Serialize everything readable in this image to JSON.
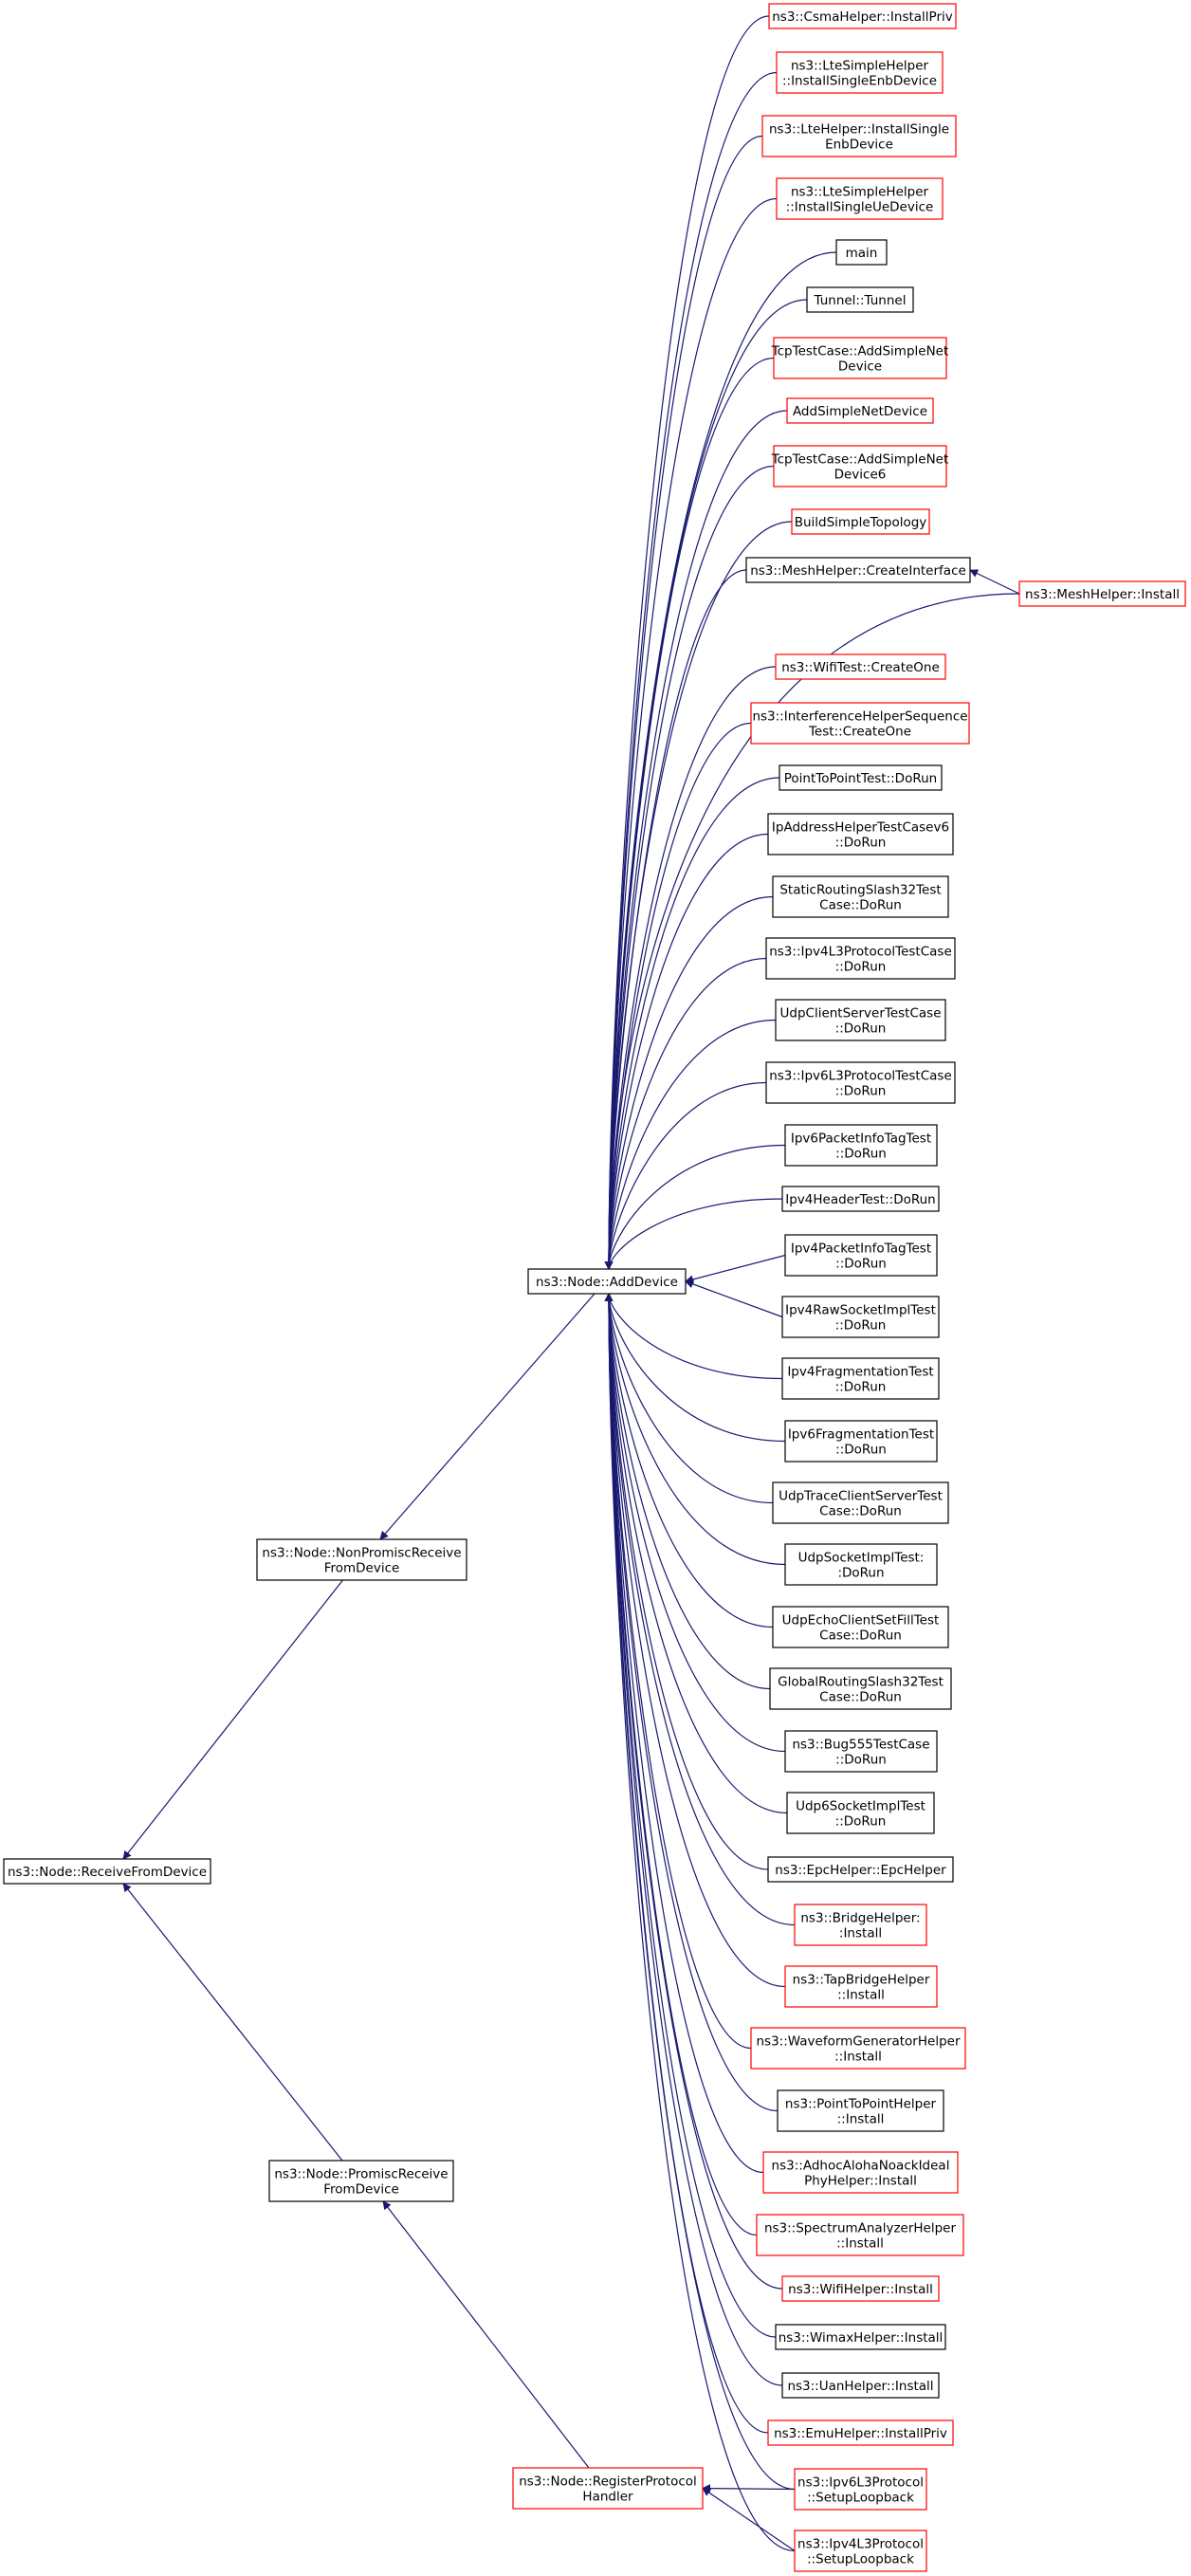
{
  "colors": {
    "edge": "#191970",
    "border_black": "#000000",
    "border_red": "#ff0000",
    "focus_fill": "#bfbfbf",
    "normal_fill": "#ffffff"
  },
  "nodes": [
    {
      "id": "receive",
      "lines": [
        "ns3::Node::ReceiveFromDevice"
      ],
      "border": "black",
      "focus": true
    },
    {
      "id": "nonpromisc",
      "lines": [
        "ns3::Node::NonPromiscReceive",
        "FromDevice"
      ],
      "border": "black"
    },
    {
      "id": "promisc",
      "lines": [
        "ns3::Node::PromiscReceive",
        "FromDevice"
      ],
      "border": "black"
    },
    {
      "id": "adddevice",
      "lines": [
        "ns3::Node::AddDevice"
      ],
      "border": "black"
    },
    {
      "id": "register",
      "lines": [
        "ns3::Node::RegisterProtocol",
        "Handler"
      ],
      "border": "red"
    },
    {
      "id": "c0",
      "lines": [
        "ns3::CsmaHelper::InstallPriv"
      ],
      "border": "red"
    },
    {
      "id": "c1",
      "lines": [
        "ns3::LteSimpleHelper",
        "::InstallSingleEnbDevice"
      ],
      "border": "red"
    },
    {
      "id": "c2",
      "lines": [
        "ns3::LteHelper::InstallSingle",
        "EnbDevice"
      ],
      "border": "red"
    },
    {
      "id": "c3",
      "lines": [
        "ns3::LteSimpleHelper",
        "::InstallSingleUeDevice"
      ],
      "border": "red"
    },
    {
      "id": "c4",
      "lines": [
        "main"
      ],
      "border": "black"
    },
    {
      "id": "c5",
      "lines": [
        "Tunnel::Tunnel"
      ],
      "border": "black"
    },
    {
      "id": "c6",
      "lines": [
        "TcpTestCase::AddSimpleNet",
        "Device"
      ],
      "border": "red"
    },
    {
      "id": "c7",
      "lines": [
        "AddSimpleNetDevice"
      ],
      "border": "red"
    },
    {
      "id": "c8",
      "lines": [
        "TcpTestCase::AddSimpleNet",
        "Device6"
      ],
      "border": "red"
    },
    {
      "id": "c9",
      "lines": [
        "BuildSimpleTopology"
      ],
      "border": "red"
    },
    {
      "id": "c10",
      "lines": [
        "ns3::MeshHelper::CreateInterface"
      ],
      "border": "black"
    },
    {
      "id": "meshinstall",
      "lines": [
        "ns3::MeshHelper::Install"
      ],
      "border": "red"
    },
    {
      "id": "c11",
      "lines": [
        "ns3::WifiTest::CreateOne"
      ],
      "border": "red"
    },
    {
      "id": "c12",
      "lines": [
        "ns3::InterferenceHelperSequence",
        "Test::CreateOne"
      ],
      "border": "red"
    },
    {
      "id": "c13",
      "lines": [
        "PointToPointTest::DoRun"
      ],
      "border": "black"
    },
    {
      "id": "c14",
      "lines": [
        "IpAddressHelperTestCasev6",
        "::DoRun"
      ],
      "border": "black"
    },
    {
      "id": "c15",
      "lines": [
        "StaticRoutingSlash32Test",
        "Case::DoRun"
      ],
      "border": "black"
    },
    {
      "id": "c16",
      "lines": [
        "ns3::Ipv4L3ProtocolTestCase",
        "::DoRun"
      ],
      "border": "black"
    },
    {
      "id": "c17",
      "lines": [
        "UdpClientServerTestCase",
        "::DoRun"
      ],
      "border": "black"
    },
    {
      "id": "c18",
      "lines": [
        "ns3::Ipv6L3ProtocolTestCase",
        "::DoRun"
      ],
      "border": "black"
    },
    {
      "id": "c19",
      "lines": [
        "Ipv6PacketInfoTagTest",
        "::DoRun"
      ],
      "border": "black"
    },
    {
      "id": "c20",
      "lines": [
        "Ipv4HeaderTest::DoRun"
      ],
      "border": "black"
    },
    {
      "id": "c21",
      "lines": [
        "Ipv4PacketInfoTagTest",
        "::DoRun"
      ],
      "border": "black"
    },
    {
      "id": "c22",
      "lines": [
        "Ipv4RawSocketImplTest",
        "::DoRun"
      ],
      "border": "black"
    },
    {
      "id": "c23",
      "lines": [
        "Ipv4FragmentationTest",
        "::DoRun"
      ],
      "border": "black"
    },
    {
      "id": "c24",
      "lines": [
        "Ipv6FragmentationTest",
        "::DoRun"
      ],
      "border": "black"
    },
    {
      "id": "c25",
      "lines": [
        "UdpTraceClientServerTest",
        "Case::DoRun"
      ],
      "border": "black"
    },
    {
      "id": "c26",
      "lines": [
        "UdpSocketImplTest:",
        ":DoRun"
      ],
      "border": "black"
    },
    {
      "id": "c27",
      "lines": [
        "UdpEchoClientSetFillTest",
        "Case::DoRun"
      ],
      "border": "black"
    },
    {
      "id": "c28",
      "lines": [
        "GlobalRoutingSlash32Test",
        "Case::DoRun"
      ],
      "border": "black"
    },
    {
      "id": "c29",
      "lines": [
        "ns3::Bug555TestCase",
        "::DoRun"
      ],
      "border": "black"
    },
    {
      "id": "c30",
      "lines": [
        "Udp6SocketImplTest",
        "::DoRun"
      ],
      "border": "black"
    },
    {
      "id": "c31",
      "lines": [
        "ns3::EpcHelper::EpcHelper"
      ],
      "border": "black"
    },
    {
      "id": "c32",
      "lines": [
        "ns3::BridgeHelper:",
        ":Install"
      ],
      "border": "red"
    },
    {
      "id": "c33",
      "lines": [
        "ns3::TapBridgeHelper",
        "::Install"
      ],
      "border": "red"
    },
    {
      "id": "c34",
      "lines": [
        "ns3::WaveformGeneratorHelper",
        "::Install"
      ],
      "border": "red"
    },
    {
      "id": "c35",
      "lines": [
        "ns3::PointToPointHelper",
        "::Install"
      ],
      "border": "black"
    },
    {
      "id": "c36",
      "lines": [
        "ns3::AdhocAlohaNoackIdeal",
        "PhyHelper::Install"
      ],
      "border": "red"
    },
    {
      "id": "c37",
      "lines": [
        "ns3::SpectrumAnalyzerHelper",
        "::Install"
      ],
      "border": "red"
    },
    {
      "id": "c38",
      "lines": [
        "ns3::WifiHelper::Install"
      ],
      "border": "red"
    },
    {
      "id": "c39",
      "lines": [
        "ns3::WimaxHelper::Install"
      ],
      "border": "black"
    },
    {
      "id": "c40",
      "lines": [
        "ns3::UanHelper::Install"
      ],
      "border": "black"
    },
    {
      "id": "c41",
      "lines": [
        "ns3::EmuHelper::InstallPriv"
      ],
      "border": "red"
    },
    {
      "id": "ipv6loop",
      "lines": [
        "ns3::Ipv6L3Protocol",
        "::SetupLoopback"
      ],
      "border": "red"
    },
    {
      "id": "ipv4loop",
      "lines": [
        "ns3::Ipv4L3Protocol",
        "::SetupLoopback"
      ],
      "border": "red"
    }
  ],
  "edges": [
    {
      "from": "nonpromisc",
      "to": "receive"
    },
    {
      "from": "promisc",
      "to": "receive"
    },
    {
      "from": "adddevice",
      "to": "nonpromisc"
    },
    {
      "from": "register",
      "to": "promisc"
    },
    {
      "from": "c0",
      "to": "adddevice"
    },
    {
      "from": "c1",
      "to": "adddevice"
    },
    {
      "from": "c2",
      "to": "adddevice"
    },
    {
      "from": "c3",
      "to": "adddevice"
    },
    {
      "from": "c4",
      "to": "adddevice"
    },
    {
      "from": "c5",
      "to": "adddevice"
    },
    {
      "from": "c6",
      "to": "adddevice"
    },
    {
      "from": "c7",
      "to": "adddevice"
    },
    {
      "from": "c8",
      "to": "adddevice"
    },
    {
      "from": "c9",
      "to": "adddevice"
    },
    {
      "from": "c10",
      "to": "adddevice"
    },
    {
      "from": "meshinstall",
      "to": "adddevice"
    },
    {
      "from": "meshinstall",
      "to": "c10"
    },
    {
      "from": "c11",
      "to": "adddevice"
    },
    {
      "from": "c12",
      "to": "adddevice"
    },
    {
      "from": "c13",
      "to": "adddevice"
    },
    {
      "from": "c14",
      "to": "adddevice"
    },
    {
      "from": "c15",
      "to": "adddevice"
    },
    {
      "from": "c16",
      "to": "adddevice"
    },
    {
      "from": "c17",
      "to": "adddevice"
    },
    {
      "from": "c18",
      "to": "adddevice"
    },
    {
      "from": "c19",
      "to": "adddevice"
    },
    {
      "from": "c20",
      "to": "adddevice"
    },
    {
      "from": "c21",
      "to": "adddevice"
    },
    {
      "from": "c22",
      "to": "adddevice"
    },
    {
      "from": "c23",
      "to": "adddevice"
    },
    {
      "from": "c24",
      "to": "adddevice"
    },
    {
      "from": "c25",
      "to": "adddevice"
    },
    {
      "from": "c26",
      "to": "adddevice"
    },
    {
      "from": "c27",
      "to": "adddevice"
    },
    {
      "from": "c28",
      "to": "adddevice"
    },
    {
      "from": "c29",
      "to": "adddevice"
    },
    {
      "from": "c30",
      "to": "adddevice"
    },
    {
      "from": "c31",
      "to": "adddevice"
    },
    {
      "from": "c32",
      "to": "adddevice"
    },
    {
      "from": "c33",
      "to": "adddevice"
    },
    {
      "from": "c34",
      "to": "adddevice"
    },
    {
      "from": "c35",
      "to": "adddevice"
    },
    {
      "from": "c36",
      "to": "adddevice"
    },
    {
      "from": "c37",
      "to": "adddevice"
    },
    {
      "from": "c38",
      "to": "adddevice"
    },
    {
      "from": "c39",
      "to": "adddevice"
    },
    {
      "from": "c40",
      "to": "adddevice"
    },
    {
      "from": "c41",
      "to": "adddevice"
    },
    {
      "from": "ipv6loop",
      "to": "adddevice"
    },
    {
      "from": "ipv4loop",
      "to": "adddevice"
    },
    {
      "from": "ipv6loop",
      "to": "register"
    },
    {
      "from": "ipv4loop",
      "to": "register"
    }
  ]
}
